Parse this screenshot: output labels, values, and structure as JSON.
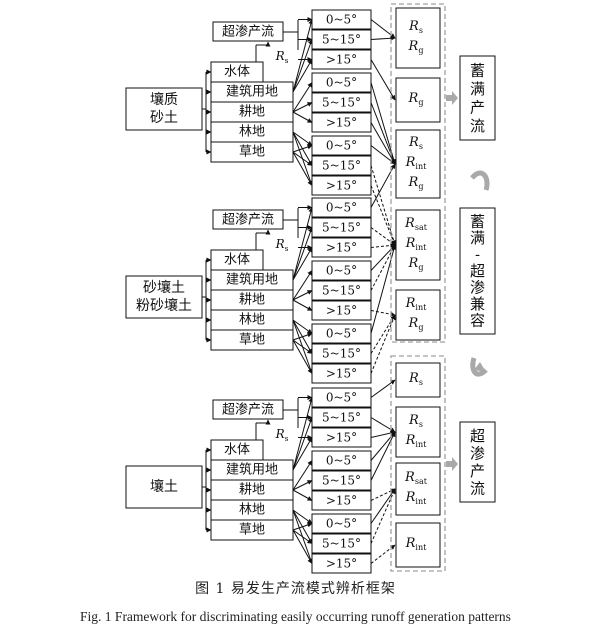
{
  "soil_groups": [
    {
      "lines": [
        "壤质",
        "砂土"
      ]
    },
    {
      "lines": [
        "砂壤土",
        "粉砂壤土"
      ]
    },
    {
      "lines": [
        "壤土"
      ]
    }
  ],
  "excess_runoff_label": "超渗产流",
  "rs_label": "R",
  "rs_sub": "s",
  "land_uses": [
    "水体",
    "建筑用地",
    "耕地",
    "林地",
    "草地"
  ],
  "slopes": [
    "0~5°",
    "5~15°",
    ">15°"
  ],
  "runoff_boxes": [
    [
      {
        "b": "R",
        "s": "s"
      },
      {
        "b": "R",
        "s": "g"
      }
    ],
    [
      {
        "b": "R",
        "s": "g"
      }
    ],
    [
      {
        "b": "R",
        "s": "s"
      },
      {
        "b": "R",
        "s": "int"
      },
      {
        "b": "R",
        "s": "g"
      }
    ],
    [
      {
        "b": "R",
        "s": "sat"
      },
      {
        "b": "R",
        "s": "int"
      },
      {
        "b": "R",
        "s": "g"
      }
    ],
    [
      {
        "b": "R",
        "s": "int"
      },
      {
        "b": "R",
        "s": "g"
      }
    ],
    [
      {
        "b": "R",
        "s": "s"
      }
    ],
    [
      {
        "b": "R",
        "s": "s"
      },
      {
        "b": "R",
        "s": "int"
      }
    ],
    [
      {
        "b": "R",
        "s": "sat"
      },
      {
        "b": "R",
        "s": "int"
      }
    ],
    [
      {
        "b": "R",
        "s": "int"
      }
    ]
  ],
  "patterns": [
    {
      "chars": [
        "蓄",
        "满",
        "产",
        "流"
      ]
    },
    {
      "chars": [
        "蓄",
        "满",
        "-",
        "超",
        "渗",
        "兼",
        "容"
      ]
    },
    {
      "chars": [
        "超",
        "渗",
        "产",
        "流"
      ]
    }
  ],
  "caption_zh": "图 1   易发生产流模式辨析框架",
  "caption_en": "Fig. 1   Framework for discriminating easily occurring runoff generation patterns",
  "colors": {
    "line": "#111111",
    "dashed": "#a0a0a0",
    "arrow_gray": "#a9a9a9"
  }
}
